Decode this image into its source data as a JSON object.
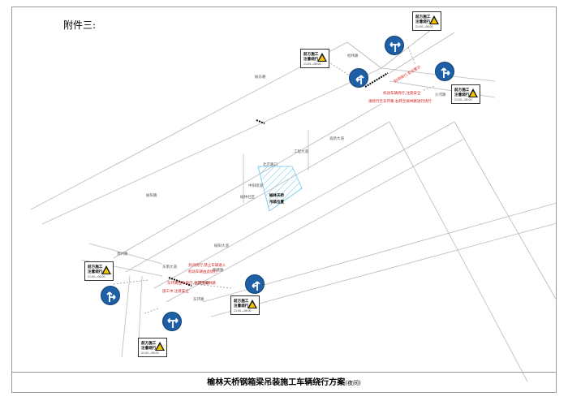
{
  "attachment_label": "附件三:",
  "title": "榆林天桥钢箱梁吊装施工车辆绕行方案",
  "title_suffix": "(夜间)",
  "road_labels": {
    "upper_left_road": "榆东路",
    "upper_right_road": "经纬路",
    "left_road": "榆阳路",
    "middle_road": "榆阳大道",
    "right_road": "高新大道",
    "bottom_road": "东环路",
    "bottom_left_road": "肃州路",
    "lower_road": "新建路",
    "corner_road": "沙河路",
    "junction_top": "工程大道",
    "mid_left_a": "北京路口",
    "mid_left_b": "中阳街道",
    "mid_left_c": "榆林社区",
    "site_a": "榆林天桥",
    "site_b": "吊装位置",
    "lower_mid_a": "东南大道",
    "lower_mid_b": "东环东路"
  },
  "red_notes": {
    "top_1": "封闭绕行,安全警示",
    "top_2": "机动车辆绕行,注意安全",
    "top_3": "请绕行至东环路,右转至榆林路进行绕行",
    "bottom_1": "封闭绕行,禁止车辆进入",
    "bottom_2": "机动车辆由此绕行",
    "bottom_3": "东环路往东绕行,右转至榆林路",
    "bottom_4": "施工中,注意安全"
  },
  "signs": [
    {
      "line1": "前方施工",
      "line2": "注意绕行",
      "line3": "21:00—06:00"
    },
    {
      "line1": "前方施工",
      "line2": "注意绕行",
      "line3": "21:00—06:00"
    },
    {
      "line1": "前方施工",
      "line2": "注意绕行",
      "line3": "21:00—06:00"
    },
    {
      "line1": "前方施工",
      "line2": "注意绕行",
      "line3": "21:00—06:00"
    },
    {
      "line1": "前方施工",
      "line2": "注意绕行",
      "line3": "21:00—06:00"
    },
    {
      "line1": "前方施工",
      "line2": "注意绕行",
      "line3": "21:00—06:00"
    }
  ],
  "colors": {
    "sign_blue": "#1f5fa6",
    "warning_red": "#d21f1f",
    "hatch": "#6fc7e6",
    "road": "#b9b9b9"
  }
}
